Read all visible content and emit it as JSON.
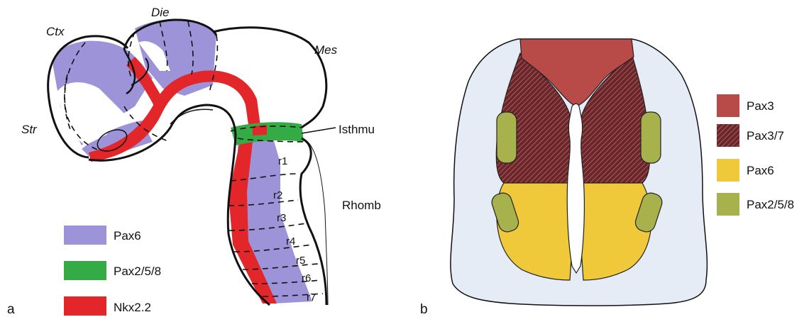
{
  "panel_a": {
    "panel_letter": "a",
    "region_labels": {
      "ctx": "Ctx",
      "die": "Die",
      "mes": "Mes",
      "str": "Str",
      "isthmus": "Isthmu",
      "rhomb": "Rhomb"
    },
    "rhombomeres": [
      "r1",
      "r2",
      "r3",
      "r4",
      "r5",
      "r6",
      "r7"
    ],
    "legend": [
      {
        "label": "Pax6",
        "color": "#9c93d9"
      },
      {
        "label": "Pax2/5/8",
        "color": "#35ab45"
      },
      {
        "label": "Nkx2.2",
        "color": "#e3262a"
      }
    ]
  },
  "panel_b": {
    "panel_letter": "b",
    "legend": [
      {
        "label": "Pax3",
        "color": "#b84a47"
      },
      {
        "label": "Pax3/7",
        "color": "#7a2a2e",
        "pattern": "hatched"
      },
      {
        "label": "Pax6",
        "color": "#f0c93a"
      },
      {
        "label": "Pax2/5/8",
        "color": "#a7b24d"
      }
    ],
    "tissue_color": "#e6ecf5"
  }
}
